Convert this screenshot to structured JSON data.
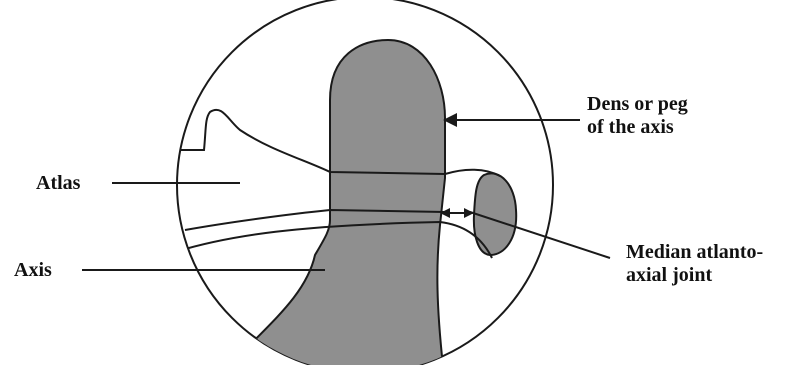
{
  "labels": {
    "dens": [
      "Dens or peg",
      "of the axis"
    ],
    "atlas": "Atlas",
    "axis": "Axis",
    "joint": [
      "Median atlanto-",
      "axial joint"
    ]
  },
  "colors": {
    "bone_fill": "#8f8f8f",
    "outline": "#1a1a1a",
    "background": "#ffffff"
  }
}
